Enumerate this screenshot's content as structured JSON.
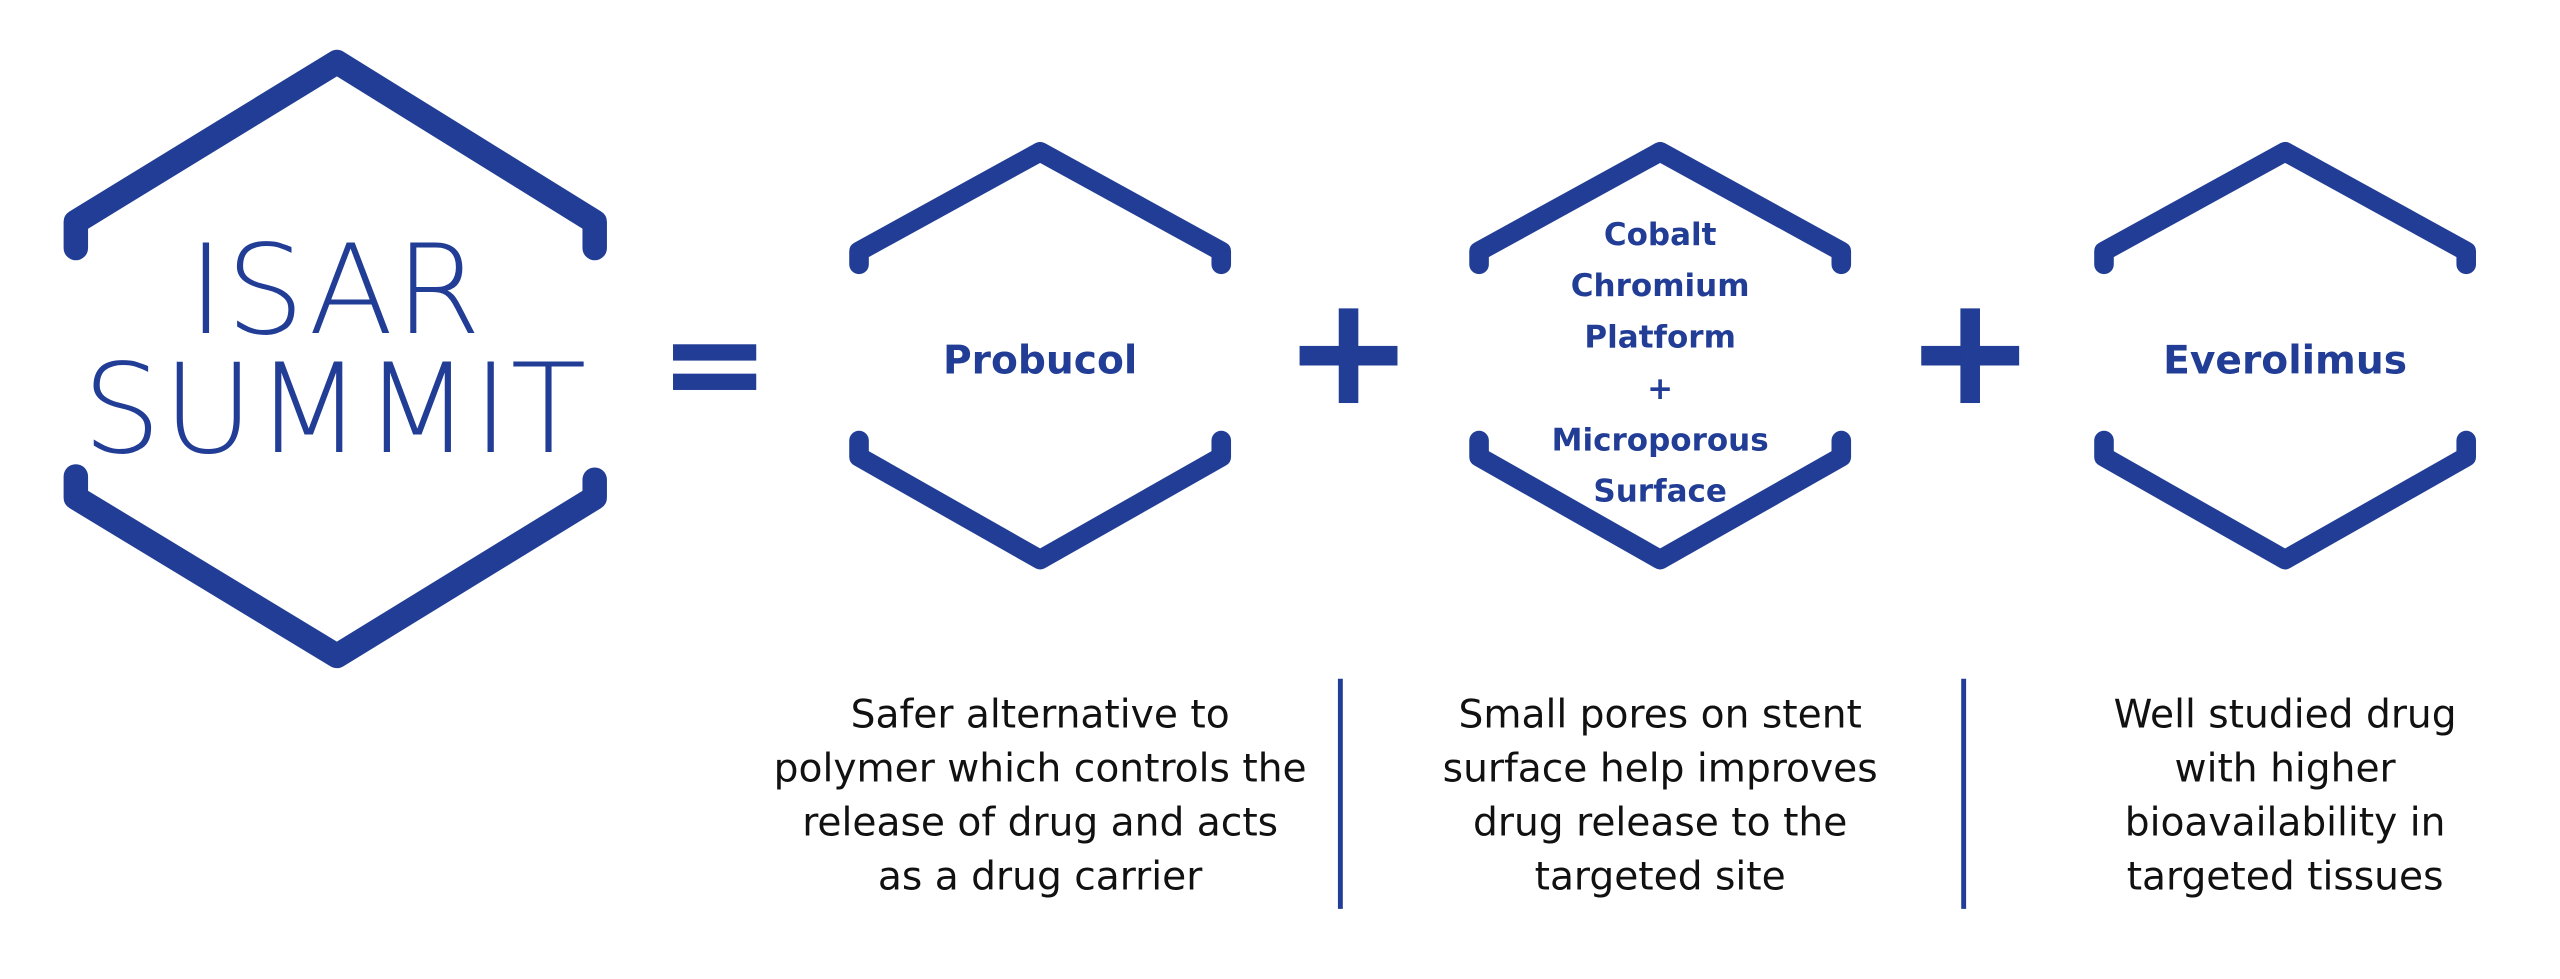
{
  "colors": {
    "brand": "#213d95",
    "text": "#111111",
    "background": "#ffffff"
  },
  "logo": {
    "line1": "ISAR",
    "line2": "SUMMIT"
  },
  "operators": {
    "equals": "=",
    "plus": "+"
  },
  "components": [
    {
      "label_lines": [
        "Probucol"
      ],
      "description_lines": [
        "Safer alternative to",
        "polymer which controls the",
        "release of drug and acts",
        "as a drug carrier"
      ]
    },
    {
      "label_lines": [
        "Cobalt",
        "Chromium",
        "Platform",
        "+",
        "Microporous",
        "Surface"
      ],
      "description_lines": [
        "Small pores on stent",
        "surface help improves",
        "drug release to the",
        "targeted site"
      ]
    },
    {
      "label_lines": [
        "Everolimus"
      ],
      "description_lines": [
        "Well studied drug",
        "with higher",
        "bioavailability in",
        "targeted tissues"
      ]
    }
  ]
}
